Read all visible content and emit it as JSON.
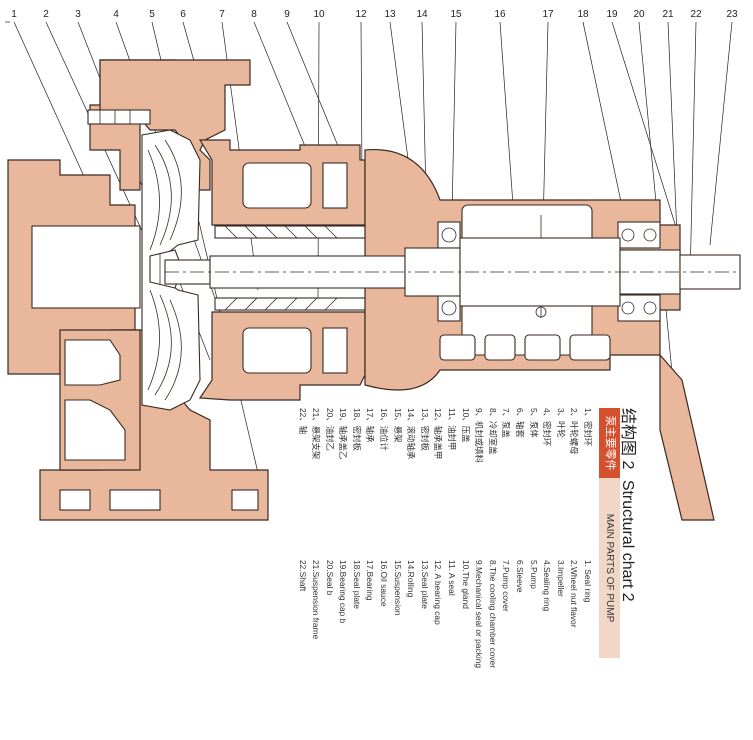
{
  "callouts": [
    "1",
    "2",
    "3",
    "4",
    "5",
    "6",
    "7",
    "8",
    "9",
    "10",
    "12",
    "13",
    "14",
    "15",
    "16",
    "17",
    "18",
    "19",
    "20",
    "21",
    "22",
    "23"
  ],
  "legend": {
    "title_cn": "结构图 2",
    "title_en": "Structural chart 2",
    "header_cn": "泵主要零件",
    "header_en": "MAIN PARTS OF PUMP",
    "items_cn": [
      "1、密封环",
      "2、叶轮螺母",
      "3、叶轮",
      "4、密封环",
      "5、泵体",
      "6、轴套",
      "7、泵盖",
      "8、冷却室盖",
      "9、机封或填料",
      "10、压盖",
      "11、油封甲",
      "12、轴承盖甲",
      "13、密封板",
      "14、滚动轴承",
      "15、悬架",
      "16、油位计",
      "17、轴承",
      "18、密封板",
      "19、轴承盖乙",
      "20、油封乙",
      "21、悬架支架",
      "22、轴"
    ],
    "items_en": [
      "1. Seal ring",
      "2.Wheel nut flavor",
      "3.Impeller",
      "4.Sealing ring",
      "5.Pump",
      "6.Sleeve",
      "7.Pump cover",
      "8.The cooling chamber cover",
      "9.Mechanical seal or packing",
      "10.The gland",
      "11. A seal",
      "12. A bearing cap",
      "13.Seal plate",
      "14.Rolling",
      "15.Suspension",
      "16.Oil sauce",
      "17.Bearing",
      "18.Seal plate",
      "19.Bearing cap b",
      "20.Seal b",
      "21.Suspension frame",
      "22.Shaft"
    ]
  },
  "colors": {
    "casting": "#e8b79c",
    "outline": "#3a2a22",
    "header_cn_bg": "#d4502e",
    "header_en_bg": "#f2d6c6"
  }
}
